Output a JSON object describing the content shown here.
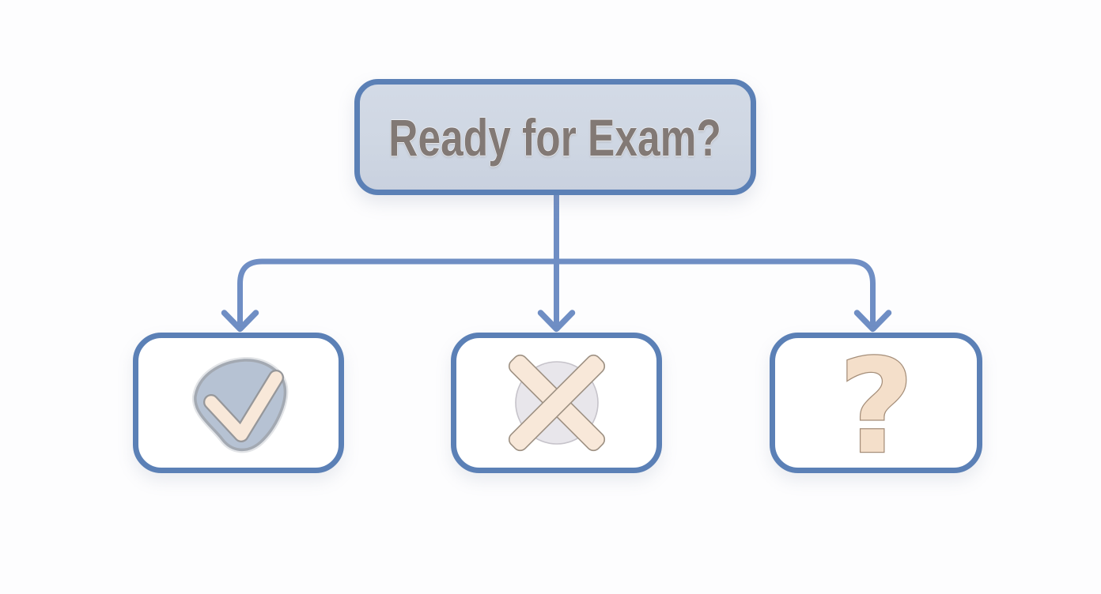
{
  "diagram": {
    "root": {
      "id": "ready",
      "label": "Ready for Exam?",
      "type": "decision"
    },
    "branches": [
      {
        "id": "yes",
        "icon": "check-icon"
      },
      {
        "id": "no",
        "icon": "x-icon"
      },
      {
        "id": "unknown",
        "icon": "question-icon"
      }
    ],
    "question_glyph": "?"
  },
  "colors": {
    "background": "#fdfdfe",
    "box_border": "#5b80b6",
    "arrow": "#6f8ec4",
    "decision_fill": "#cfd7e3",
    "title_text": "#827975",
    "leaf_fill": "#ffffff",
    "check_blob_fill": "#b6c2d3",
    "check_blob_outline": "#a3a9b2",
    "cream_fill": "#f8e8d9",
    "cream_outline": "#9d9082",
    "x_circle_fill": "#e8e6eb",
    "x_circle_outline": "#c6c3ca",
    "question_fill": "#f4dfca",
    "question_outline": "#a58e79"
  }
}
